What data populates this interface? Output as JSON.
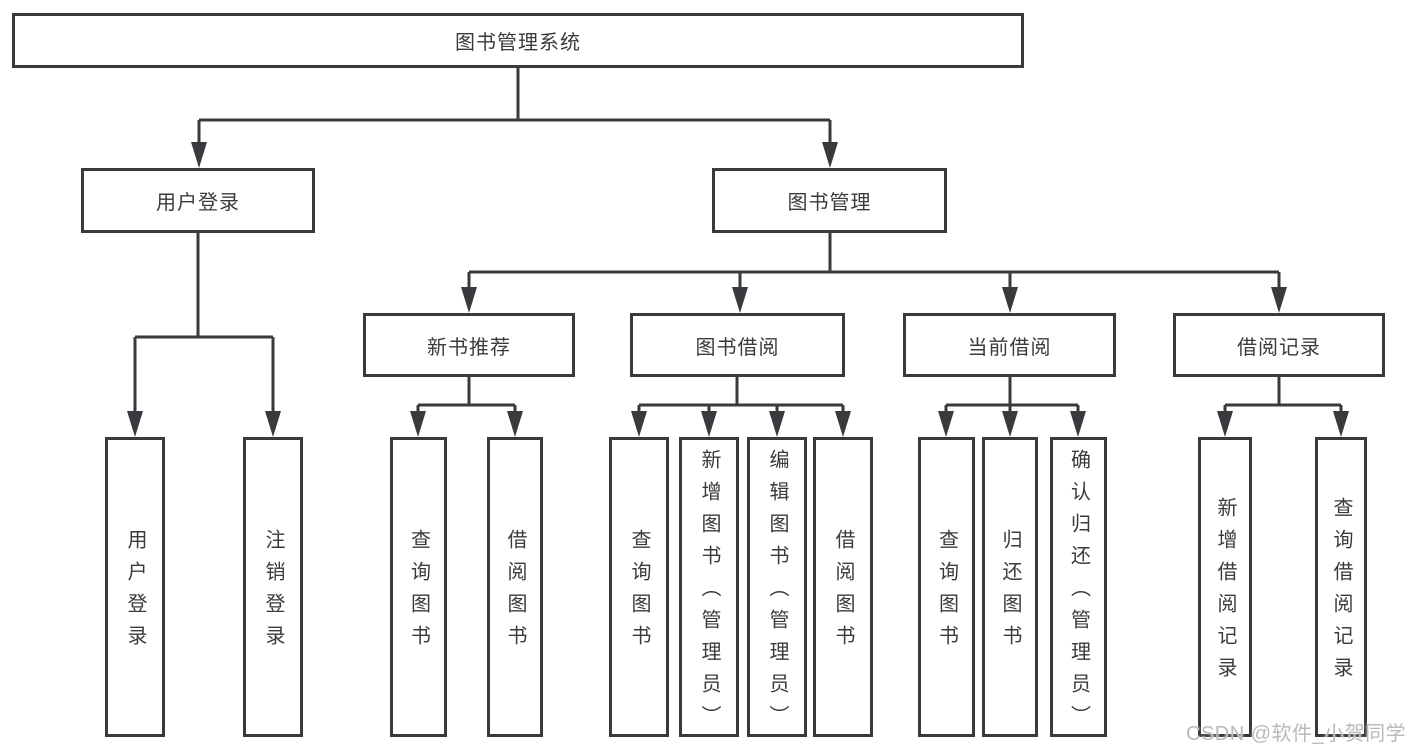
{
  "tree": {
    "root": {
      "label": "图书管理系统"
    },
    "children": [
      {
        "label": "用户登录",
        "children": [
          {
            "label": "用户登录"
          },
          {
            "label": "注销登录"
          }
        ]
      },
      {
        "label": "图书管理",
        "children": [
          {
            "label": "新书推荐",
            "children": [
              {
                "label": "查询图书"
              },
              {
                "label": "借阅图书"
              }
            ]
          },
          {
            "label": "图书借阅",
            "children": [
              {
                "label": "查询图书"
              },
              {
                "label": "新增图书（管理员）"
              },
              {
                "label": "编辑图书（管理员）"
              },
              {
                "label": "借阅图书"
              }
            ]
          },
          {
            "label": "当前借阅",
            "children": [
              {
                "label": "查询图书"
              },
              {
                "label": "归还图书"
              },
              {
                "label": "确认归还（管理员）"
              }
            ]
          },
          {
            "label": "借阅记录",
            "children": [
              {
                "label": "新增借阅记录"
              },
              {
                "label": "查询借阅记录"
              }
            ]
          }
        ]
      }
    ]
  },
  "watermark": "CSDN @软件_小贺同学",
  "colors": {
    "line": "#3a3a3e",
    "box_background": "#ffffff",
    "text": "#3b3b3b",
    "watermark": "#b9b9b9"
  }
}
